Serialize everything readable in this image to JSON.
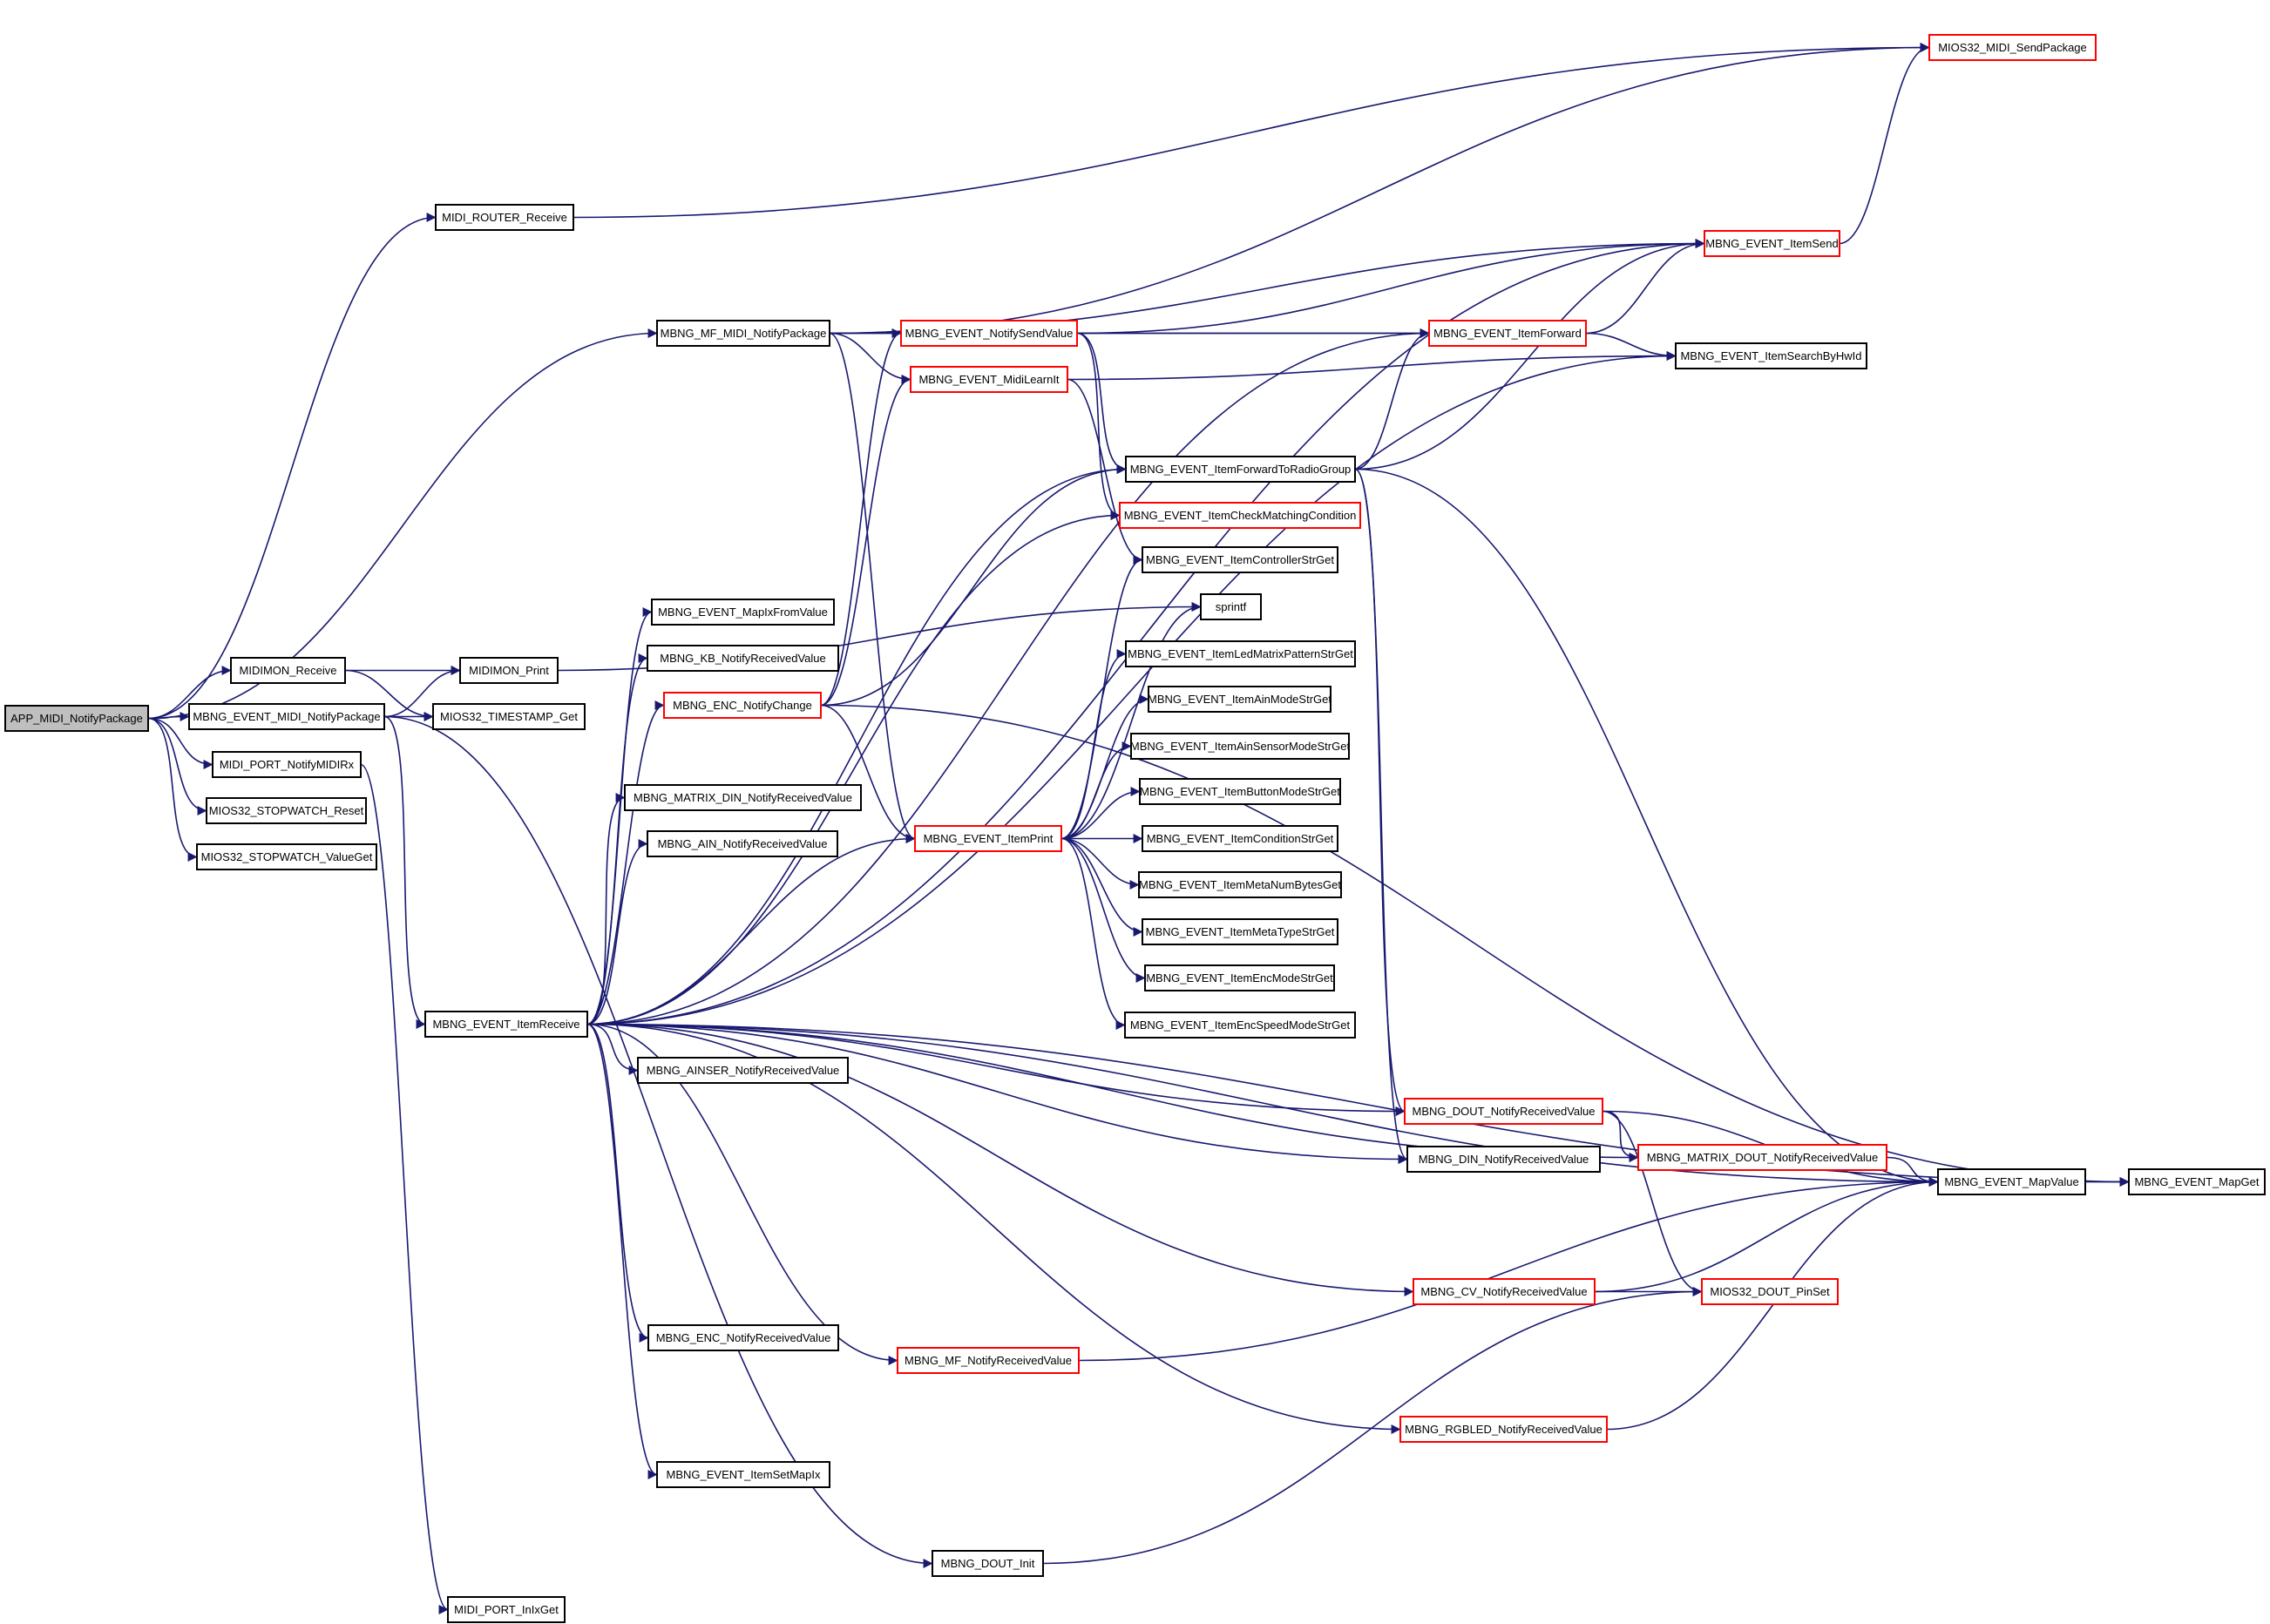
{
  "colors": {
    "edge": "#191970",
    "normal_border": "#000000",
    "truncated_border": "#ff0000",
    "root_fill": "#bfbfbf",
    "fill": "#ffffff"
  },
  "nodes": [
    {
      "id": "n_app_midi_notifypackage",
      "label": "APP_MIDI_NotifyPackage",
      "style": "root"
    },
    {
      "id": "n_midi_router_receive",
      "label": "MIDI_ROUTER_Receive",
      "style": "normal"
    },
    {
      "id": "n_mios32_midi_sendpackage",
      "label": "MIOS32_MIDI_SendPackage",
      "style": "truncated"
    },
    {
      "id": "n_mbng_mf_midi_notifypackage",
      "label": "MBNG_MF_MIDI_NotifyPackage",
      "style": "normal"
    },
    {
      "id": "n_mbng_event_notifysendvalue",
      "label": "MBNG_EVENT_NotifySendValue",
      "style": "truncated"
    },
    {
      "id": "n_mbng_event_midilearnit",
      "label": "MBNG_EVENT_MidiLearnIt",
      "style": "truncated"
    },
    {
      "id": "n_mbng_event_itemforward",
      "label": "MBNG_EVENT_ItemForward",
      "style": "truncated"
    },
    {
      "id": "n_mbng_event_itemsend",
      "label": "MBNG_EVENT_ItemSend",
      "style": "truncated"
    },
    {
      "id": "n_mbng_event_itemsearchbyhwid",
      "label": "MBNG_EVENT_ItemSearchByHwId",
      "style": "normal"
    },
    {
      "id": "n_mbng_event_itemforwardtoradiogroup",
      "label": "MBNG_EVENT_ItemForwardToRadioGroup",
      "style": "normal"
    },
    {
      "id": "n_mbng_event_itemcheckmatchingcondition",
      "label": "MBNG_EVENT_ItemCheckMatchingCondition",
      "style": "truncated"
    },
    {
      "id": "n_mbng_event_itemcontrollerstrget",
      "label": "MBNG_EVENT_ItemControllerStrGet",
      "style": "normal"
    },
    {
      "id": "n_sprintf",
      "label": "sprintf",
      "style": "normal"
    },
    {
      "id": "n_mbng_event_itemledmatrixpatternstrget",
      "label": "MBNG_EVENT_ItemLedMatrixPatternStrGet",
      "style": "normal"
    },
    {
      "id": "n_mbng_event_itemainmodestrget",
      "label": "MBNG_EVENT_ItemAinModeStrGet",
      "style": "normal"
    },
    {
      "id": "n_mbng_event_itemainsensormodestrget",
      "label": "MBNG_EVENT_ItemAinSensorModeStrGet",
      "style": "normal"
    },
    {
      "id": "n_mbng_event_itembuttonmodestrget",
      "label": "MBNG_EVENT_ItemButtonModeStrGet",
      "style": "normal"
    },
    {
      "id": "n_mbng_event_itemconditionstrget",
      "label": "MBNG_EVENT_ItemConditionStrGet",
      "style": "normal"
    },
    {
      "id": "n_mbng_event_itemmetanumbytesget",
      "label": "MBNG_EVENT_ItemMetaNumBytesGet",
      "style": "normal"
    },
    {
      "id": "n_mbng_event_itemmetatypestrget",
      "label": "MBNG_EVENT_ItemMetaTypeStrGet",
      "style": "normal"
    },
    {
      "id": "n_mbng_event_itemencmodestrget",
      "label": "MBNG_EVENT_ItemEncModeStrGet",
      "style": "normal"
    },
    {
      "id": "n_mbng_event_itemencspeedmodestrget",
      "label": "MBNG_EVENT_ItemEncSpeedModeStrGet",
      "style": "normal"
    },
    {
      "id": "n_midimon_receive",
      "label": "MIDIMON_Receive",
      "style": "normal"
    },
    {
      "id": "n_midimon_print",
      "label": "MIDIMON_Print",
      "style": "normal"
    },
    {
      "id": "n_mios32_timestamp_get",
      "label": "MIOS32_TIMESTAMP_Get",
      "style": "normal"
    },
    {
      "id": "n_mbng_event_midi_notifypackage",
      "label": "MBNG_EVENT_MIDI_NotifyPackage",
      "style": "normal"
    },
    {
      "id": "n_midi_port_notifymidirx",
      "label": "MIDI_PORT_NotifyMIDIRx",
      "style": "normal"
    },
    {
      "id": "n_mios32_stopwatch_reset",
      "label": "MIOS32_STOPWATCH_Reset",
      "style": "normal"
    },
    {
      "id": "n_mios32_stopwatch_valueget",
      "label": "MIOS32_STOPWATCH_ValueGet",
      "style": "normal"
    },
    {
      "id": "n_mbng_event_mapixfromvalue",
      "label": "MBNG_EVENT_MapIxFromValue",
      "style": "normal"
    },
    {
      "id": "n_mbng_kb_notifyreceivedvalue",
      "label": "MBNG_KB_NotifyReceivedValue",
      "style": "normal"
    },
    {
      "id": "n_mbng_enc_notifychange",
      "label": "MBNG_ENC_NotifyChange",
      "style": "truncated"
    },
    {
      "id": "n_mbng_matrix_din_notifyreceivedvalue",
      "label": "MBNG_MATRIX_DIN_NotifyReceivedValue",
      "style": "normal"
    },
    {
      "id": "n_mbng_ain_notifyreceivedvalue",
      "label": "MBNG_AIN_NotifyReceivedValue",
      "style": "normal"
    },
    {
      "id": "n_mbng_event_itemprint",
      "label": "MBNG_EVENT_ItemPrint",
      "style": "truncated"
    },
    {
      "id": "n_mbng_event_itemreceive",
      "label": "MBNG_EVENT_ItemReceive",
      "style": "normal"
    },
    {
      "id": "n_mbng_ainser_notifyreceivedvalue",
      "label": "MBNG_AINSER_NotifyReceivedValue",
      "style": "normal"
    },
    {
      "id": "n_mbng_dout_notifyreceivedvalue",
      "label": "MBNG_DOUT_NotifyReceivedValue",
      "style": "truncated"
    },
    {
      "id": "n_mbng_din_notifyreceivedvalue",
      "label": "MBNG_DIN_NotifyReceivedValue",
      "style": "normal"
    },
    {
      "id": "n_mbng_matrix_dout_notifyreceivedvalue",
      "label": "MBNG_MATRIX_DOUT_NotifyReceivedValue",
      "style": "truncated"
    },
    {
      "id": "n_mbng_event_mapvalue",
      "label": "MBNG_EVENT_MapValue",
      "style": "normal"
    },
    {
      "id": "n_mbng_event_mapget",
      "label": "MBNG_EVENT_MapGet",
      "style": "normal"
    },
    {
      "id": "n_mbng_cv_notifyreceivedvalue",
      "label": "MBNG_CV_NotifyReceivedValue",
      "style": "truncated"
    },
    {
      "id": "n_mios32_dout_pinset",
      "label": "MIOS32_DOUT_PinSet",
      "style": "truncated"
    },
    {
      "id": "n_mbng_enc_notifyreceivedvalue",
      "label": "MBNG_ENC_NotifyReceivedValue",
      "style": "normal"
    },
    {
      "id": "n_mbng_mf_notifyreceivedvalue",
      "label": "MBNG_MF_NotifyReceivedValue",
      "style": "truncated"
    },
    {
      "id": "n_mbng_rgbled_notifyreceivedvalue",
      "label": "MBNG_RGBLED_NotifyReceivedValue",
      "style": "truncated"
    },
    {
      "id": "n_mbng_event_itemsetmapix",
      "label": "MBNG_EVENT_ItemSetMapIx",
      "style": "normal"
    },
    {
      "id": "n_mbng_dout_init",
      "label": "MBNG_DOUT_Init",
      "style": "normal"
    },
    {
      "id": "n_midi_port_inixget",
      "label": "MIDI_PORT_InIxGet",
      "style": "normal"
    }
  ],
  "edges": [
    {
      "from": "n_app_midi_notifypackage",
      "to": "n_midi_router_receive"
    },
    {
      "from": "n_app_midi_notifypackage",
      "to": "n_mbng_mf_midi_notifypackage"
    },
    {
      "from": "n_app_midi_notifypackage",
      "to": "n_midimon_receive"
    },
    {
      "from": "n_app_midi_notifypackage",
      "to": "n_mbng_event_midi_notifypackage"
    },
    {
      "from": "n_app_midi_notifypackage",
      "to": "n_midi_port_notifymidirx"
    },
    {
      "from": "n_app_midi_notifypackage",
      "to": "n_mios32_stopwatch_reset"
    },
    {
      "from": "n_app_midi_notifypackage",
      "to": "n_mios32_stopwatch_valueget"
    },
    {
      "from": "n_midi_router_receive",
      "to": "n_mios32_midi_sendpackage"
    },
    {
      "from": "n_mbng_mf_midi_notifypackage",
      "to": "n_mios32_midi_sendpackage"
    },
    {
      "from": "n_mbng_mf_midi_notifypackage",
      "to": "n_mbng_event_notifysendvalue"
    },
    {
      "from": "n_mbng_mf_midi_notifypackage",
      "to": "n_mbng_event_midilearnit"
    },
    {
      "from": "n_mbng_mf_midi_notifypackage",
      "to": "n_mbng_event_itemsend"
    },
    {
      "from": "n_mbng_mf_midi_notifypackage",
      "to": "n_mbng_event_itemforward"
    },
    {
      "from": "n_mbng_mf_midi_notifypackage",
      "to": "n_mbng_event_itemprint"
    },
    {
      "from": "n_mbng_event_notifysendvalue",
      "to": "n_mbng_event_itemsend"
    },
    {
      "from": "n_mbng_event_notifysendvalue",
      "to": "n_mbng_event_itemforward"
    },
    {
      "from": "n_mbng_event_notifysendvalue",
      "to": "n_mbng_event_itemforwardtoradiogroup"
    },
    {
      "from": "n_mbng_event_notifysendvalue",
      "to": "n_mbng_event_itemcheckmatchingcondition"
    },
    {
      "from": "n_mbng_event_midilearnit",
      "to": "n_mbng_event_itemsearchbyhwid"
    },
    {
      "from": "n_mbng_event_midilearnit",
      "to": "n_mbng_event_itemcontrollerstrget"
    },
    {
      "from": "n_mbng_event_itemforward",
      "to": "n_mbng_event_itemsend"
    },
    {
      "from": "n_mbng_event_itemforward",
      "to": "n_mbng_event_itemsearchbyhwid"
    },
    {
      "from": "n_mbng_event_itemsend",
      "to": "n_mios32_midi_sendpackage"
    },
    {
      "from": "n_mbng_event_itemforwardtoradiogroup",
      "to": "n_mbng_event_itemforward"
    },
    {
      "from": "n_mbng_event_itemforwardtoradiogroup",
      "to": "n_mbng_event_itemsend"
    },
    {
      "from": "n_mbng_event_itemforwardtoradiogroup",
      "to": "n_mbng_event_mapvalue"
    },
    {
      "from": "n_mbng_event_itemforwardtoradiogroup",
      "to": "n_mbng_dout_notifyreceivedvalue"
    },
    {
      "from": "n_mbng_event_itemforwardtoradiogroup",
      "to": "n_mbng_din_notifyreceivedvalue"
    },
    {
      "from": "n_midimon_receive",
      "to": "n_midimon_print"
    },
    {
      "from": "n_midimon_receive",
      "to": "n_mios32_timestamp_get"
    },
    {
      "from": "n_midimon_print",
      "to": "n_sprintf"
    },
    {
      "from": "n_mbng_event_midi_notifypackage",
      "to": "n_midimon_print"
    },
    {
      "from": "n_mbng_event_midi_notifypackage",
      "to": "n_mios32_timestamp_get"
    },
    {
      "from": "n_mbng_event_midi_notifypackage",
      "to": "n_mbng_event_itemreceive"
    },
    {
      "from": "n_mbng_event_midi_notifypackage",
      "to": "n_mbng_dout_init"
    },
    {
      "from": "n_midi_port_notifymidirx",
      "to": "n_midi_port_inixget"
    },
    {
      "from": "n_mbng_enc_notifychange",
      "to": "n_mbng_event_notifysendvalue"
    },
    {
      "from": "n_mbng_enc_notifychange",
      "to": "n_mbng_event_midilearnit"
    },
    {
      "from": "n_mbng_enc_notifychange",
      "to": "n_mbng_event_itemprint"
    },
    {
      "from": "n_mbng_enc_notifychange",
      "to": "n_mbng_event_itemforwardtoradiogroup"
    },
    {
      "from": "n_mbng_enc_notifychange",
      "to": "n_mbng_event_mapget"
    },
    {
      "from": "n_mbng_event_itemprint",
      "to": "n_mbng_event_itemcontrollerstrget"
    },
    {
      "from": "n_mbng_event_itemprint",
      "to": "n_sprintf"
    },
    {
      "from": "n_mbng_event_itemprint",
      "to": "n_mbng_event_itemledmatrixpatternstrget"
    },
    {
      "from": "n_mbng_event_itemprint",
      "to": "n_mbng_event_itemainmodestrget"
    },
    {
      "from": "n_mbng_event_itemprint",
      "to": "n_mbng_event_itemainsensormodestrget"
    },
    {
      "from": "n_mbng_event_itemprint",
      "to": "n_mbng_event_itembuttonmodestrget"
    },
    {
      "from": "n_mbng_event_itemprint",
      "to": "n_mbng_event_itemconditionstrget"
    },
    {
      "from": "n_mbng_event_itemprint",
      "to": "n_mbng_event_itemmetanumbytesget"
    },
    {
      "from": "n_mbng_event_itemprint",
      "to": "n_mbng_event_itemmetatypestrget"
    },
    {
      "from": "n_mbng_event_itemprint",
      "to": "n_mbng_event_itemencmodestrget"
    },
    {
      "from": "n_mbng_event_itemprint",
      "to": "n_mbng_event_itemencspeedmodestrget"
    },
    {
      "from": "n_mbng_event_itemreceive",
      "to": "n_mbng_event_itemsend"
    },
    {
      "from": "n_mbng_event_itemreceive",
      "to": "n_mbng_event_itemforward"
    },
    {
      "from": "n_mbng_event_itemreceive",
      "to": "n_mbng_event_itemsearchbyhwid"
    },
    {
      "from": "n_mbng_event_itemreceive",
      "to": "n_mbng_event_itemforwardtoradiogroup"
    },
    {
      "from": "n_mbng_event_itemreceive",
      "to": "n_mbng_event_itemcheckmatchingcondition"
    },
    {
      "from": "n_mbng_event_itemreceive",
      "to": "n_mbng_event_mapixfromvalue"
    },
    {
      "from": "n_mbng_event_itemreceive",
      "to": "n_mbng_kb_notifyreceivedvalue"
    },
    {
      "from": "n_mbng_event_itemreceive",
      "to": "n_mbng_enc_notifychange"
    },
    {
      "from": "n_mbng_event_itemreceive",
      "to": "n_mbng_matrix_din_notifyreceivedvalue"
    },
    {
      "from": "n_mbng_event_itemreceive",
      "to": "n_mbng_ain_notifyreceivedvalue"
    },
    {
      "from": "n_mbng_event_itemreceive",
      "to": "n_mbng_event_itemprint"
    },
    {
      "from": "n_mbng_event_itemreceive",
      "to": "n_mbng_ainser_notifyreceivedvalue"
    },
    {
      "from": "n_mbng_event_itemreceive",
      "to": "n_mbng_dout_notifyreceivedvalue"
    },
    {
      "from": "n_mbng_event_itemreceive",
      "to": "n_mbng_din_notifyreceivedvalue"
    },
    {
      "from": "n_mbng_event_itemreceive",
      "to": "n_mbng_matrix_dout_notifyreceivedvalue"
    },
    {
      "from": "n_mbng_event_itemreceive",
      "to": "n_mbng_event_mapvalue"
    },
    {
      "from": "n_mbng_event_itemreceive",
      "to": "n_mbng_cv_notifyreceivedvalue"
    },
    {
      "from": "n_mbng_event_itemreceive",
      "to": "n_mbng_enc_notifyreceivedvalue"
    },
    {
      "from": "n_mbng_event_itemreceive",
      "to": "n_mbng_mf_notifyreceivedvalue"
    },
    {
      "from": "n_mbng_event_itemreceive",
      "to": "n_mbng_rgbled_notifyreceivedvalue"
    },
    {
      "from": "n_mbng_event_itemreceive",
      "to": "n_mbng_event_itemsetmapix"
    },
    {
      "from": "n_mbng_event_itemreceive",
      "to": "n_mbng_event_mapget"
    },
    {
      "from": "n_mbng_dout_notifyreceivedvalue",
      "to": "n_mbng_matrix_dout_notifyreceivedvalue"
    },
    {
      "from": "n_mbng_dout_notifyreceivedvalue",
      "to": "n_mbng_event_mapvalue"
    },
    {
      "from": "n_mbng_dout_notifyreceivedvalue",
      "to": "n_mios32_dout_pinset"
    },
    {
      "from": "n_mbng_matrix_dout_notifyreceivedvalue",
      "to": "n_mbng_event_mapvalue"
    },
    {
      "from": "n_mbng_event_mapvalue",
      "to": "n_mbng_event_mapget"
    },
    {
      "from": "n_mbng_cv_notifyreceivedvalue",
      "to": "n_mbng_event_mapvalue"
    },
    {
      "from": "n_mbng_cv_notifyreceivedvalue",
      "to": "n_mios32_dout_pinset"
    },
    {
      "from": "n_mbng_mf_notifyreceivedvalue",
      "to": "n_mbng_event_mapvalue"
    },
    {
      "from": "n_mbng_rgbled_notifyreceivedvalue",
      "to": "n_mbng_event_mapvalue"
    },
    {
      "from": "n_mbng_dout_init",
      "to": "n_mios32_dout_pinset"
    }
  ]
}
